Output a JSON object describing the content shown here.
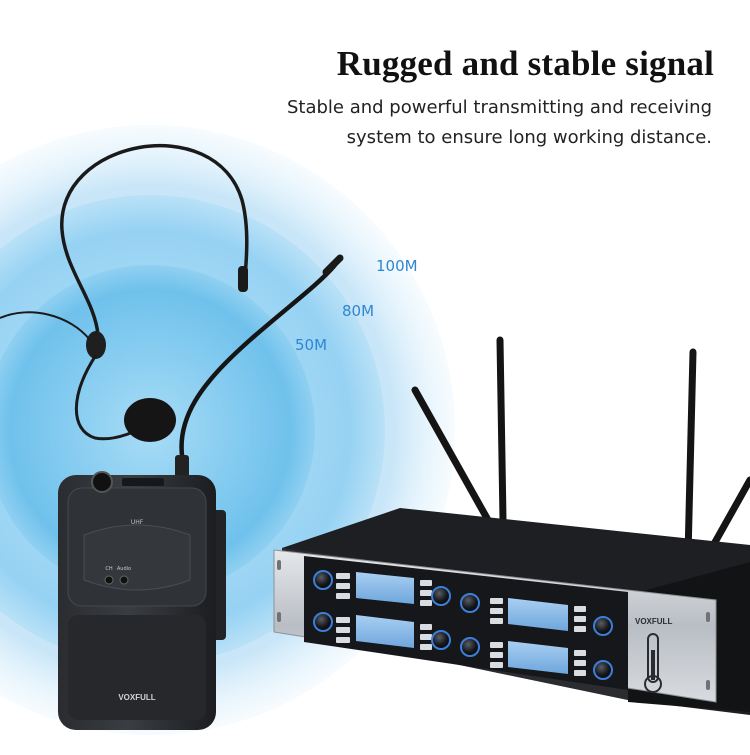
{
  "headline": "Rugged and stable signal",
  "description": {
    "line1": "Stable and powerful transmitting and receiving",
    "line2": "system to ensure long working distance."
  },
  "ranges": [
    "100M",
    "80M",
    "50M"
  ],
  "bodypack": {
    "brand": "VOXFULL",
    "band": "UHF",
    "ch_label": "CH",
    "audio_label": "Audio"
  },
  "receiver": {
    "brand": "VOXFULL"
  },
  "colors": {
    "signal_outer": "#d6edfb",
    "signal_mid": "#a9d9f5",
    "signal_inner": "#7cc8ef",
    "range_text": "#2f86d0",
    "device_dark": "#1c1e21",
    "panel_silver": "#c9cdd2",
    "lcd_blue": "#7fb4e6"
  }
}
